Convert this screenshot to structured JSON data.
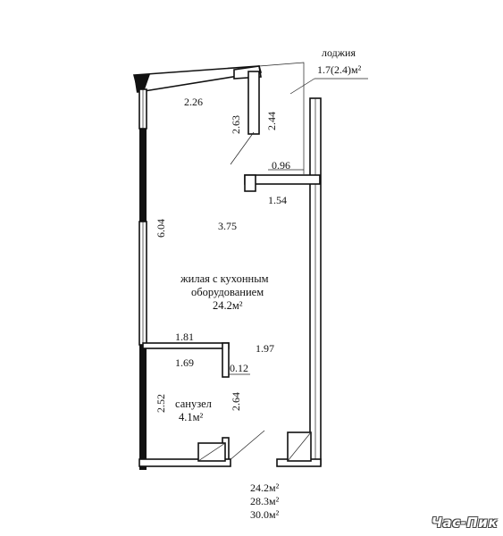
{
  "loggia": {
    "label": "лоджия",
    "area": "1.7(2.4)м²"
  },
  "living": {
    "line1": "жилая с кухонным",
    "line2": "оборудованием",
    "area": "24.2м²"
  },
  "bathroom": {
    "label": "санузел",
    "area": "4.1м²"
  },
  "dimensions": {
    "d226": "2.26",
    "d263": "2.63",
    "d244": "2.44",
    "d096": "0.96",
    "d154": "1.54",
    "d604": "6.04",
    "d375": "3.75",
    "d181": "1.81",
    "d197": "1.97",
    "d169": "1.69",
    "d012": "0.12",
    "d252": "2.52",
    "d264": "2.64"
  },
  "totals": {
    "living": "24.2м²",
    "total": "28.3м²",
    "total_with_loggia": "30.0м²"
  },
  "watermark": "Час-Пик"
}
